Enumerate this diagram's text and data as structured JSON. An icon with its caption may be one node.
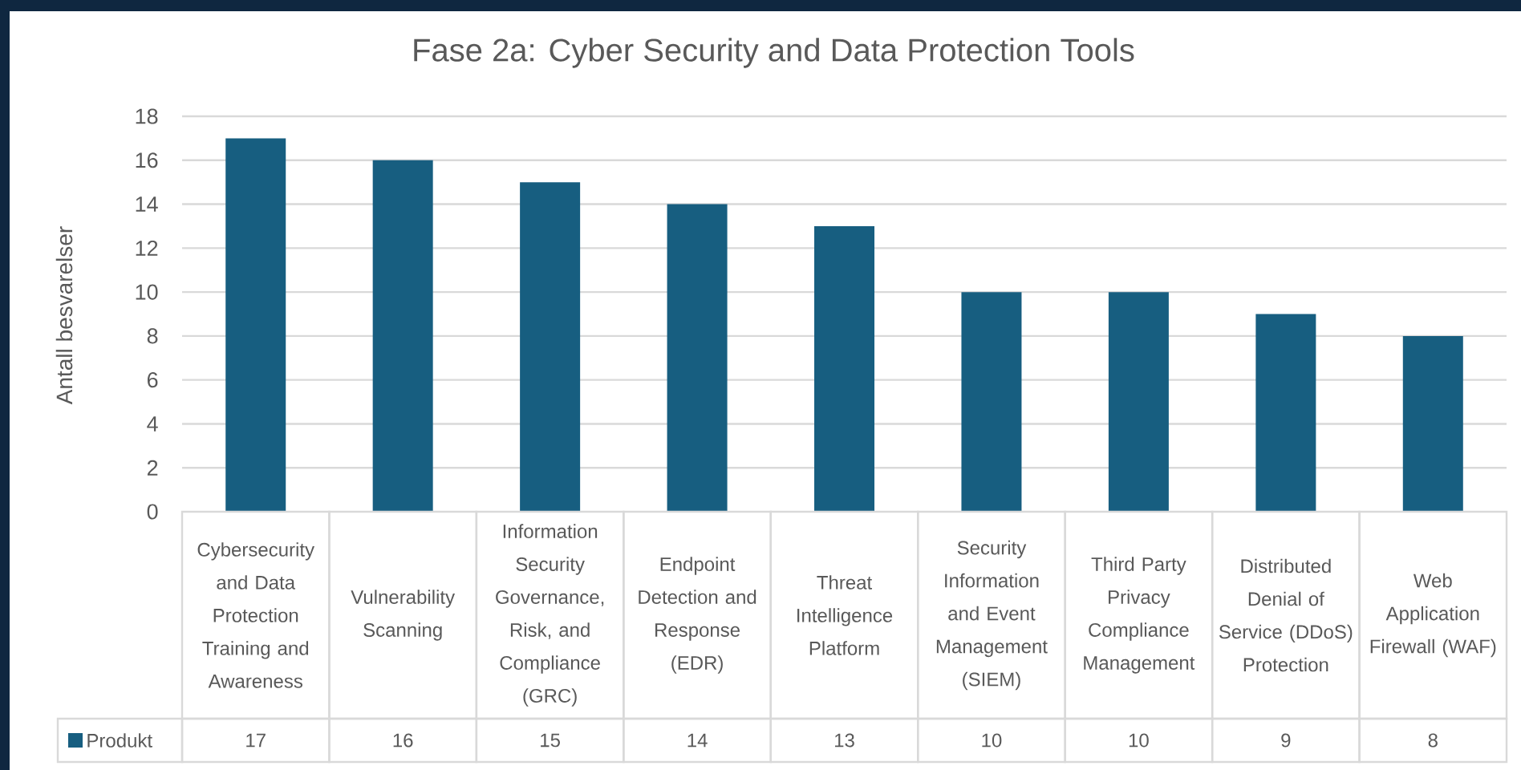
{
  "diagram": {
    "chart_data": {
      "type": "bar",
      "title": "Fase 2a: Cyber Security and Data Protection Tools",
      "ylabel": "Antall besvarelser",
      "categories": [
        "Cybersecurity and Data Protection Training and Awareness",
        "Vulnerability Scanning",
        "Information Security Governance, Risk, and Compliance (GRC)",
        "Endpoint Detection and Response (EDR)",
        "Threat Intelligence Platform",
        "Security Information and Event Management (SIEM)",
        "Third Party Privacy Compliance Management",
        "Distributed Denial of Service (DDoS) Protection",
        "Web Application Firewall (WAF)"
      ],
      "series": [
        {
          "name": "Produkt",
          "color": "#175e80",
          "values": [
            17,
            16,
            15,
            14,
            13,
            10,
            10,
            9,
            8
          ]
        }
      ],
      "ylim": [
        0,
        18
      ],
      "yticks": [
        0,
        2,
        4,
        6,
        8,
        10,
        12,
        14,
        16,
        18
      ],
      "grid": true,
      "data_labels": true
    }
  }
}
